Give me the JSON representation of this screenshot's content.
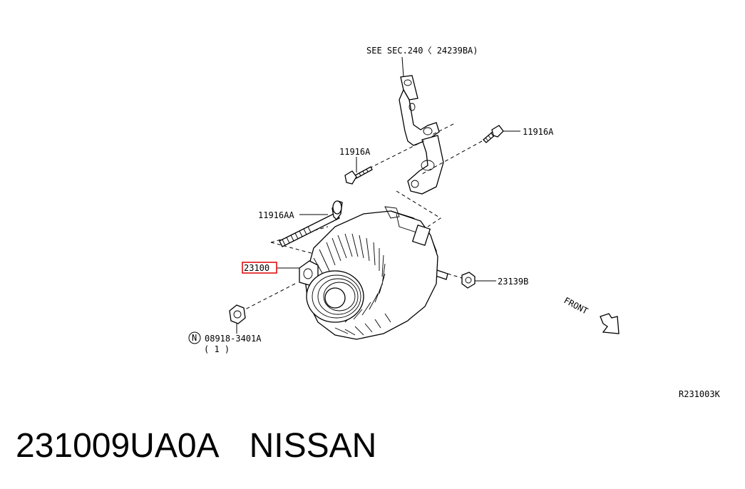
{
  "callouts": {
    "see_sec": "SEE SEC.240〈 24239BA)",
    "bolt_upper_right": "11916A",
    "bolt_upper_left": "11916A",
    "long_bolt": "11916AA",
    "alternator": "23100",
    "terminal_nut": "23139B",
    "nut_symbol": "N",
    "nut_part": "08918-3401A",
    "nut_qty": "( 1 )",
    "front": "FRONT",
    "diagram_ref": "R231003K"
  },
  "highlight_color": "#e00000",
  "footer": {
    "part_number": "231009UA0A",
    "brand": "NISSAN"
  }
}
